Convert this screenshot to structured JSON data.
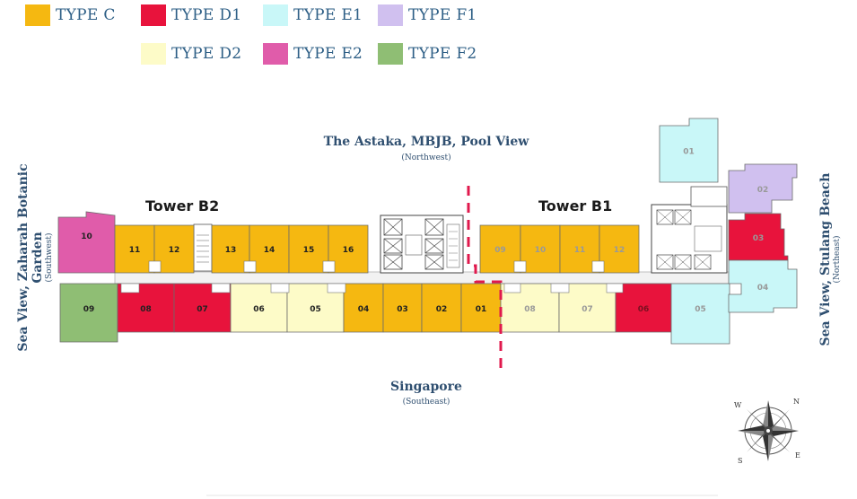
{
  "legend": [
    {
      "label": "TYPE C",
      "color": "#f5b811"
    },
    {
      "label": "TYPE D1",
      "color": "#e8133c"
    },
    {
      "label": "TYPE E1",
      "color": "#c9f7f8"
    },
    {
      "label": "TYPE F1",
      "color": "#d0c0ef"
    },
    {
      "label": "TYPE D2",
      "color": "#fdfbc8"
    },
    {
      "label": "TYPE E2",
      "color": "#e05caa"
    },
    {
      "label": "TYPE F2",
      "color": "#8fbe74"
    }
  ],
  "views": {
    "north_title": "The Astaka, MBJB, Pool View",
    "north_sub": "(Northwest)",
    "south_title": "Singapore",
    "south_sub": "(Southeast)",
    "west_title": "Sea View, Zaharah Botanic Garden",
    "west_sub": "(Southwest)",
    "east_title": "Sea View, Stulang Beach",
    "east_sub": "(Northeast)"
  },
  "towers": {
    "b2": "Tower B2",
    "b1": "Tower B1"
  },
  "units": {
    "b2_north": [
      {
        "label": "10",
        "type": "TYPE E2"
      },
      {
        "label": "11",
        "type": "TYPE C"
      },
      {
        "label": "12",
        "type": "TYPE C"
      },
      {
        "label": "13",
        "type": "TYPE C"
      },
      {
        "label": "14",
        "type": "TYPE C"
      },
      {
        "label": "15",
        "type": "TYPE C"
      },
      {
        "label": "16",
        "type": "TYPE C"
      }
    ],
    "b2_south": [
      {
        "label": "09",
        "type": "TYPE F2"
      },
      {
        "label": "08",
        "type": "TYPE D1"
      },
      {
        "label": "07",
        "type": "TYPE D1"
      },
      {
        "label": "06",
        "type": "TYPE D2"
      },
      {
        "label": "05",
        "type": "TYPE D2"
      },
      {
        "label": "04",
        "type": "TYPE C"
      },
      {
        "label": "03",
        "type": "TYPE C"
      },
      {
        "label": "02",
        "type": "TYPE C"
      },
      {
        "label": "01",
        "type": "TYPE C"
      }
    ],
    "b1_north": [
      {
        "label": "09",
        "type": "TYPE C"
      },
      {
        "label": "10",
        "type": "TYPE C"
      },
      {
        "label": "11",
        "type": "TYPE C"
      },
      {
        "label": "12",
        "type": "TYPE C"
      }
    ],
    "b1_south": [
      {
        "label": "08",
        "type": "TYPE D2"
      },
      {
        "label": "07",
        "type": "TYPE D2"
      },
      {
        "label": "06",
        "type": "TYPE D1"
      },
      {
        "label": "05",
        "type": "TYPE E1"
      }
    ],
    "b1_east": [
      {
        "label": "01",
        "type": "TYPE E1"
      },
      {
        "label": "02",
        "type": "TYPE F1"
      },
      {
        "label": "03",
        "type": "TYPE D1"
      },
      {
        "label": "04",
        "type": "TYPE E1"
      }
    ]
  },
  "compass": {
    "n": "N",
    "e": "E",
    "s": "S",
    "w": "W"
  }
}
